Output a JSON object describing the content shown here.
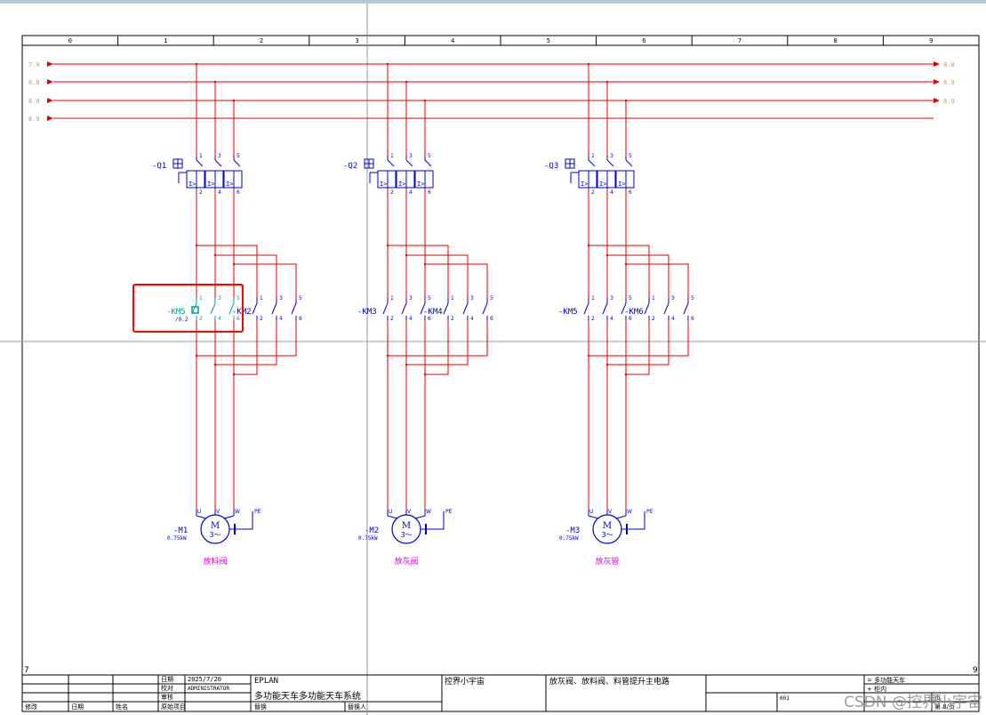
{
  "columns": [
    "0",
    "1",
    "2",
    "3",
    "4",
    "5",
    "6",
    "7",
    "8",
    "9"
  ],
  "bus_left": [
    "7.9",
    "8.0",
    "8.0",
    "8.9"
  ],
  "bus_right": [
    "8.0",
    "8.9",
    "8.9"
  ],
  "page_prev": "7",
  "page_next": "9",
  "units": [
    {
      "breaker": "-Q1",
      "pole_top": [
        "1",
        "3",
        "5"
      ],
      "pole_bottom": [
        "2",
        "4",
        "6"
      ],
      "trip_label": "I>",
      "contactor_a": "-KM5",
      "contactor_a_ref": "/9.2",
      "contactor_b": "-KM2",
      "motor": "-M1",
      "power": "0.75kW",
      "motor_symbol": "M",
      "motor_phase": "3～",
      "terminals": [
        "U",
        "V",
        "W"
      ],
      "pe": "PE",
      "description": "放料阀"
    },
    {
      "breaker": "-Q2",
      "pole_top": [
        "1",
        "3",
        "5"
      ],
      "pole_bottom": [
        "2",
        "4",
        "6"
      ],
      "trip_label": "I>",
      "contactor_a": "-KM3",
      "contactor_a_ref": "",
      "contactor_b": "-KM4",
      "motor": "-M2",
      "power": "0.75kW",
      "motor_symbol": "M",
      "motor_phase": "3～",
      "terminals": [
        "U",
        "V",
        "W"
      ],
      "pe": "PE",
      "description": "放灰阀"
    },
    {
      "breaker": "-Q3",
      "pole_top": [
        "1",
        "3",
        "5"
      ],
      "pole_bottom": [
        "2",
        "4",
        "6"
      ],
      "trip_label": "I>",
      "contactor_a": "-KM5",
      "contactor_a_ref": "",
      "contactor_b": "-KM6",
      "motor": "-M3",
      "power": "0.75kW",
      "motor_symbol": "M",
      "motor_phase": "3～",
      "terminals": [
        "U",
        "V",
        "W"
      ],
      "pe": "PE",
      "description": "放灰管"
    }
  ],
  "title_block": {
    "date_label": "日期",
    "date_value": "2025/7/20",
    "checker_label": "校对",
    "checker_value": "ADMINISTRATOR",
    "review_label": "审核",
    "original_label": "原始项目",
    "mod_label": "修改",
    "mod_date_label": "日期",
    "name_label": "姓名",
    "brand": "EPLAN",
    "project": "多功能天车多功能天车系统",
    "replace_label": "替换",
    "replaced_by_label": "替换人",
    "company": "控界小宇宙",
    "drawing_title": "放灰阀、放料阀、料管提升主电路",
    "right_project": "= 多功能天车",
    "right_location": "+ 柜内",
    "right_code": "001",
    "right_page": "页",
    "right_sheet": "第 8/页"
  },
  "watermark": "CSDN @控界小宇宙",
  "colors": {
    "wire": "#e00000",
    "symbol": "#0000c0",
    "highlight": "#00a0a0",
    "frame": "#000000",
    "bus_label": "#b8a060",
    "description": "#e000e0",
    "selection": "#ff0000"
  }
}
